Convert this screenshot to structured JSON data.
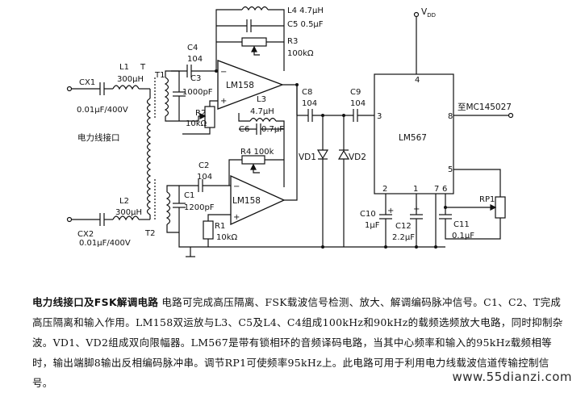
{
  "schematic": {
    "labels": {
      "vdd": "V",
      "vdd_sub": "DD",
      "l4c5_a": "L4 4.7μH",
      "l4c5_b": "C5 0.5μF",
      "r3_a": "R3",
      "r3_b": "100kΩ",
      "c4_a": "C4",
      "c4_b": "104",
      "l1": "L1",
      "t": "T",
      "l1_val": "300μH",
      "t1": "T1",
      "c3_a": "C3",
      "c3_b": "1000pF",
      "lm158_top": "LM158",
      "r2": "R2",
      "r2_val": "10kΩ",
      "cx1_a": "CX1",
      "cx1_b": "0.01μF/400V",
      "l3_a": "L3",
      "l3_b": "4.7μH",
      "c6": "C6",
      "c6_val": "0.7μF",
      "r4": "R4 100k",
      "power_iface": "电力线接口",
      "c8_a": "C8",
      "c8_b": "104",
      "c9_a": "C9",
      "c9_b": "104",
      "pin4": "4",
      "pin3": "3",
      "pin8": "8",
      "to_mc": "至MC145027",
      "lm567": "LM567",
      "pin5": "5",
      "pin2": "2",
      "pin1": "1",
      "pin7": "7",
      "pin6": "6",
      "vd1": "VD1",
      "vd2": "VD2",
      "c2_a": "C2",
      "c2_b": "104",
      "c1_a": "C1",
      "c1_b": "1200pF",
      "lm158_bot": "LM158",
      "l2": "L2",
      "l2_val": "300μH",
      "t2": "T2",
      "r1": "R1",
      "r1_val": "10kΩ",
      "cx2_a": "CX2",
      "cx2_b": "0.01μF/400V",
      "rp1": "RP1",
      "c10_a": "C10",
      "c10_b": "1μF",
      "c12_a": "C12",
      "c12_b": "2.2μF",
      "c11_a": "C11",
      "c11_b": "0.1μF"
    }
  },
  "caption": {
    "title": "电力线接口及FSK解调电路",
    "body": "电路可完成高压隔离、FSK载波信号检测、放大、解调编码脉冲信号。C1、C2、T完成高压隔离和输入作用。LM158双运放与L3、C5及L4、C4组成100kHz和90kHz的载频选频放大电路，同时抑制杂波。VD1、VD2组成双向限幅器。LM567是带有锁相环的音频译码电路，当其中心频率和输入的95kHz载频相等时，输出端脚8输出反相编码脉冲串。调节RP1可使频率95kHz上。此电路可用于利用电力线载波信道传输控制信号。"
  },
  "watermark": "www.55dianzi.com"
}
